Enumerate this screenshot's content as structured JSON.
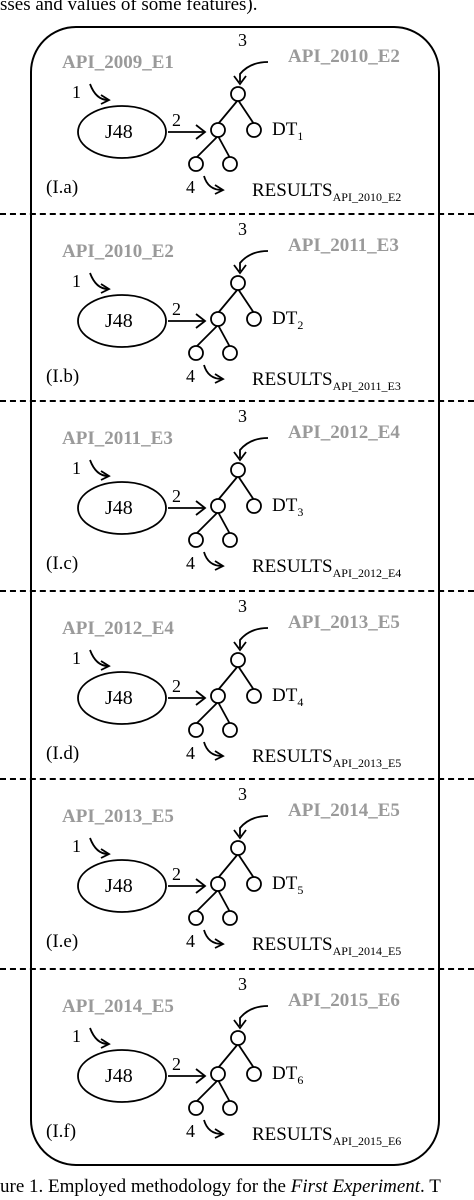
{
  "caption_top": "sses and values of some features).",
  "caption_bottom": {
    "prefix": "ure 1.  Employed methodology for the ",
    "emph": "First Experiment",
    "suffix": ". T"
  },
  "classifier": "J48",
  "steps": [
    "1",
    "2",
    "3",
    "4"
  ],
  "panels": [
    {
      "tag": "(I.a)",
      "train": "API_2009_E1",
      "test": "API_2010_E2",
      "dt": "DT",
      "dt_sub": "1",
      "results": "RESULTS",
      "results_sub": "API_2010_E2"
    },
    {
      "tag": "(I.b)",
      "train": "API_2010_E2",
      "test": "API_2011_E3",
      "dt": "DT",
      "dt_sub": "2",
      "results": "RESULTS",
      "results_sub": "API_2011_E3"
    },
    {
      "tag": "(I.c)",
      "train": "API_2011_E3",
      "test": "API_2012_E4",
      "dt": "DT",
      "dt_sub": "3",
      "results": "RESULTS",
      "results_sub": "API_2012_E4"
    },
    {
      "tag": "(I.d)",
      "train": "API_2012_E4",
      "test": "API_2013_E5",
      "dt": "DT",
      "dt_sub": "4",
      "results": "RESULTS",
      "results_sub": "API_2013_E5"
    },
    {
      "tag": "(I.e)",
      "train": "API_2013_E5",
      "test": "API_2014_E5",
      "dt": "DT",
      "dt_sub": "5",
      "results": "RESULTS",
      "results_sub": "API_2014_E5"
    },
    {
      "tag": "(I.f)",
      "train": "API_2014_E5",
      "test": "API_2015_E6",
      "dt": "DT",
      "dt_sub": "6",
      "results": "RESULTS",
      "results_sub": "API_2015_E6"
    }
  ]
}
